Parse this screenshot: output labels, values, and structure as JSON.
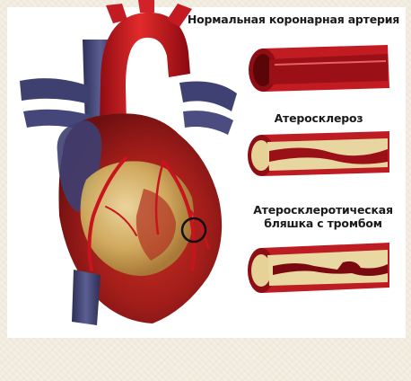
{
  "labels": {
    "normal": "Нормальная коронарная артерия",
    "atherosclerosis": "Атеросклероз",
    "plaque_line1": "Атеросклеротическая",
    "plaque_line2": "бляшка с тромбом"
  },
  "colors": {
    "aorta": "#c8141e",
    "heart_muscle": "#a5201c",
    "fat": "#d8c27a",
    "vein": "#4a4c7a",
    "artery_wall": "#b81820",
    "plaque": "#e9d8a2",
    "background": "#f4efe3"
  }
}
